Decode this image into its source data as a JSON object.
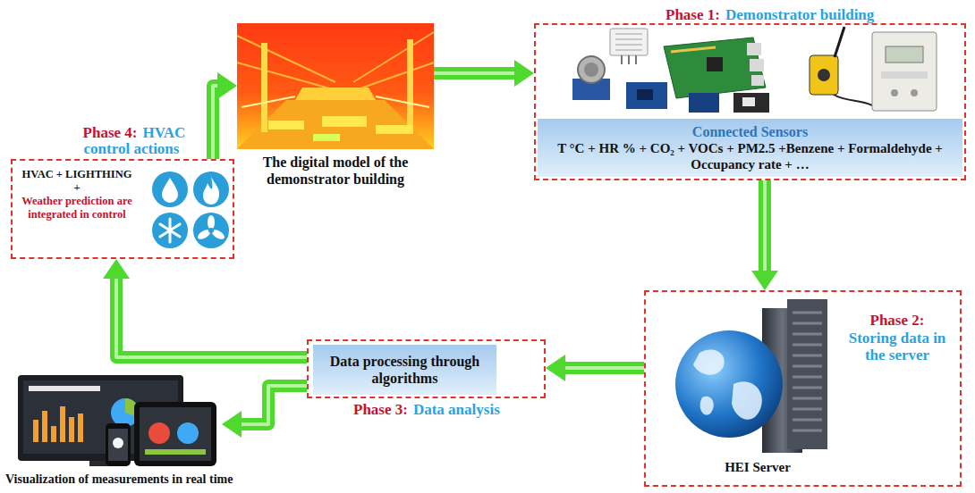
{
  "diagram": {
    "nodes": [
      {
        "text": [
          "Phase 4:",
          "HVAC control actions",
          "HVAC + LIGHTHING +",
          "Weather prediction are integrated in control"
        ]
      },
      {
        "text": [
          "The digital model of the demonstrator building"
        ]
      },
      {
        "text": [
          "Phase 1:",
          "Demonstrator building"
        ]
      },
      {
        "text": [
          "Connected Sensors",
          "T °C + HR % + CO₂ + VOCs + PM2.5 +Benzene + Formaldehyde + Occupancy rate + …"
        ],
        "in": 2
      },
      {
        "text": [
          "Phase 2:",
          "Storing data in the server",
          "HEI Server"
        ]
      },
      {
        "text": [
          "Phase 3:",
          "Data analysis"
        ]
      },
      {
        "text": [
          "Data processing through algorithms"
        ],
        "in": 5
      },
      {
        "text": [
          "Visualization of measurements in real time"
        ]
      }
    ],
    "edges": [
      {
        "from": 1,
        "to": 2,
        "arrow": "to"
      },
      {
        "from": 2,
        "to": 4,
        "arrow": "to"
      },
      {
        "from": 4,
        "to": 5,
        "arrow": "to"
      },
      {
        "from": 5,
        "to": 0,
        "arrow": "to"
      },
      {
        "from": 5,
        "to": 7,
        "arrow": "to"
      },
      {
        "from": 0,
        "to": 1,
        "arrow": "to"
      }
    ]
  }
}
